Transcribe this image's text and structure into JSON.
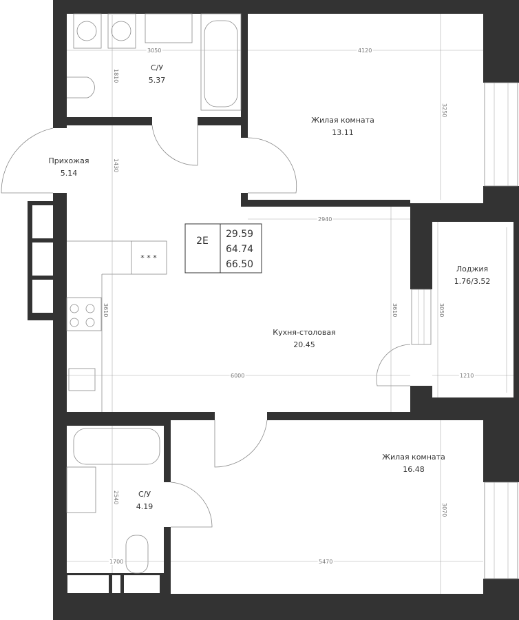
{
  "apartment": {
    "type": "2Е",
    "living_area": "29.59",
    "total_area": "64.74",
    "total_with_loggia": "66.50"
  },
  "rooms": [
    {
      "name": "С/У",
      "area": "5.37"
    },
    {
      "name": "Прихожая",
      "area": "5.14"
    },
    {
      "name": "Жилая комната",
      "area": "13.11"
    },
    {
      "name": "Кухня-столовая",
      "area": "20.45"
    },
    {
      "name": "Лоджия",
      "area": "1.76/3.52"
    },
    {
      "name": "Жилая комната",
      "area": "16.48"
    },
    {
      "name": "С/У",
      "area": "4.19"
    }
  ],
  "dimensions": [
    "3050",
    "1810",
    "4120",
    "3250",
    "1430",
    "2940",
    "3610",
    "3610",
    "3050",
    "6000",
    "1210",
    "2540",
    "3070",
    "1700",
    "5470"
  ],
  "stove_marks": "* * *"
}
